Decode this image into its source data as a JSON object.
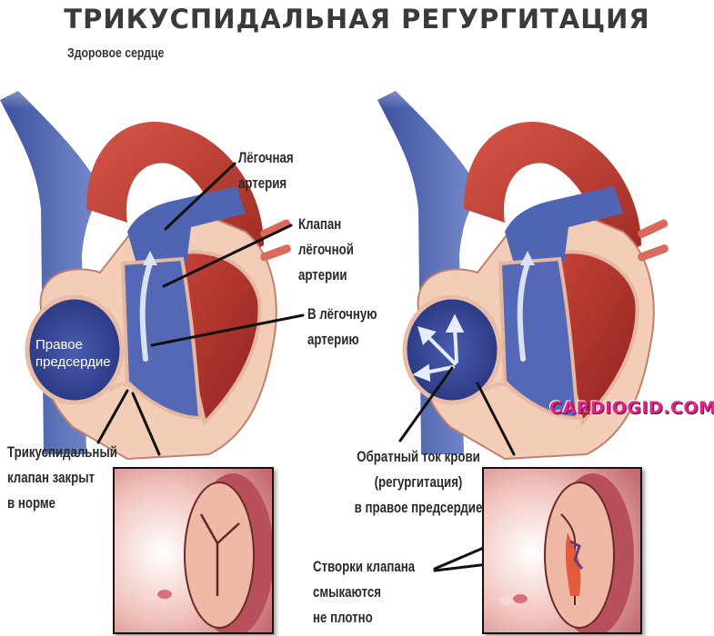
{
  "title": "ТРИКУСПИДАЛЬНАЯ РЕГУРГИТАЦИЯ",
  "subtitle": "Здоровое сердце",
  "left_panel": {
    "name": "Здоровое сердце",
    "inner_label": [
      "Правое",
      "предсердие"
    ],
    "labels": {
      "pulmonary_artery": [
        "Лёгочная",
        "артерия"
      ],
      "pulmonary_valve": [
        "Клапан",
        "лёгочной",
        "артерии"
      ],
      "to_pulmonary_artery": [
        "В лёгочную",
        "артерию"
      ],
      "tricuspid_closed": [
        "Трикуспидальный",
        "клапан закрыт",
        "в норме"
      ]
    }
  },
  "right_panel": {
    "labels": {
      "backflow": [
        "Обратный ток крови",
        "(регургитация)",
        "в правое предсердие"
      ],
      "leaflets": [
        "Створки клапана",
        "смыкаются",
        "не плотно"
      ]
    }
  },
  "watermark": "CARDIOGID.COM",
  "colors": {
    "title": "#3a3a3a",
    "vein_blue": "#4a5fae",
    "chamber_blue": "#2f3f8f",
    "artery_red": "#c23a30",
    "muscle_pink": "#f3cdb8",
    "watermark": "#e0248a"
  }
}
